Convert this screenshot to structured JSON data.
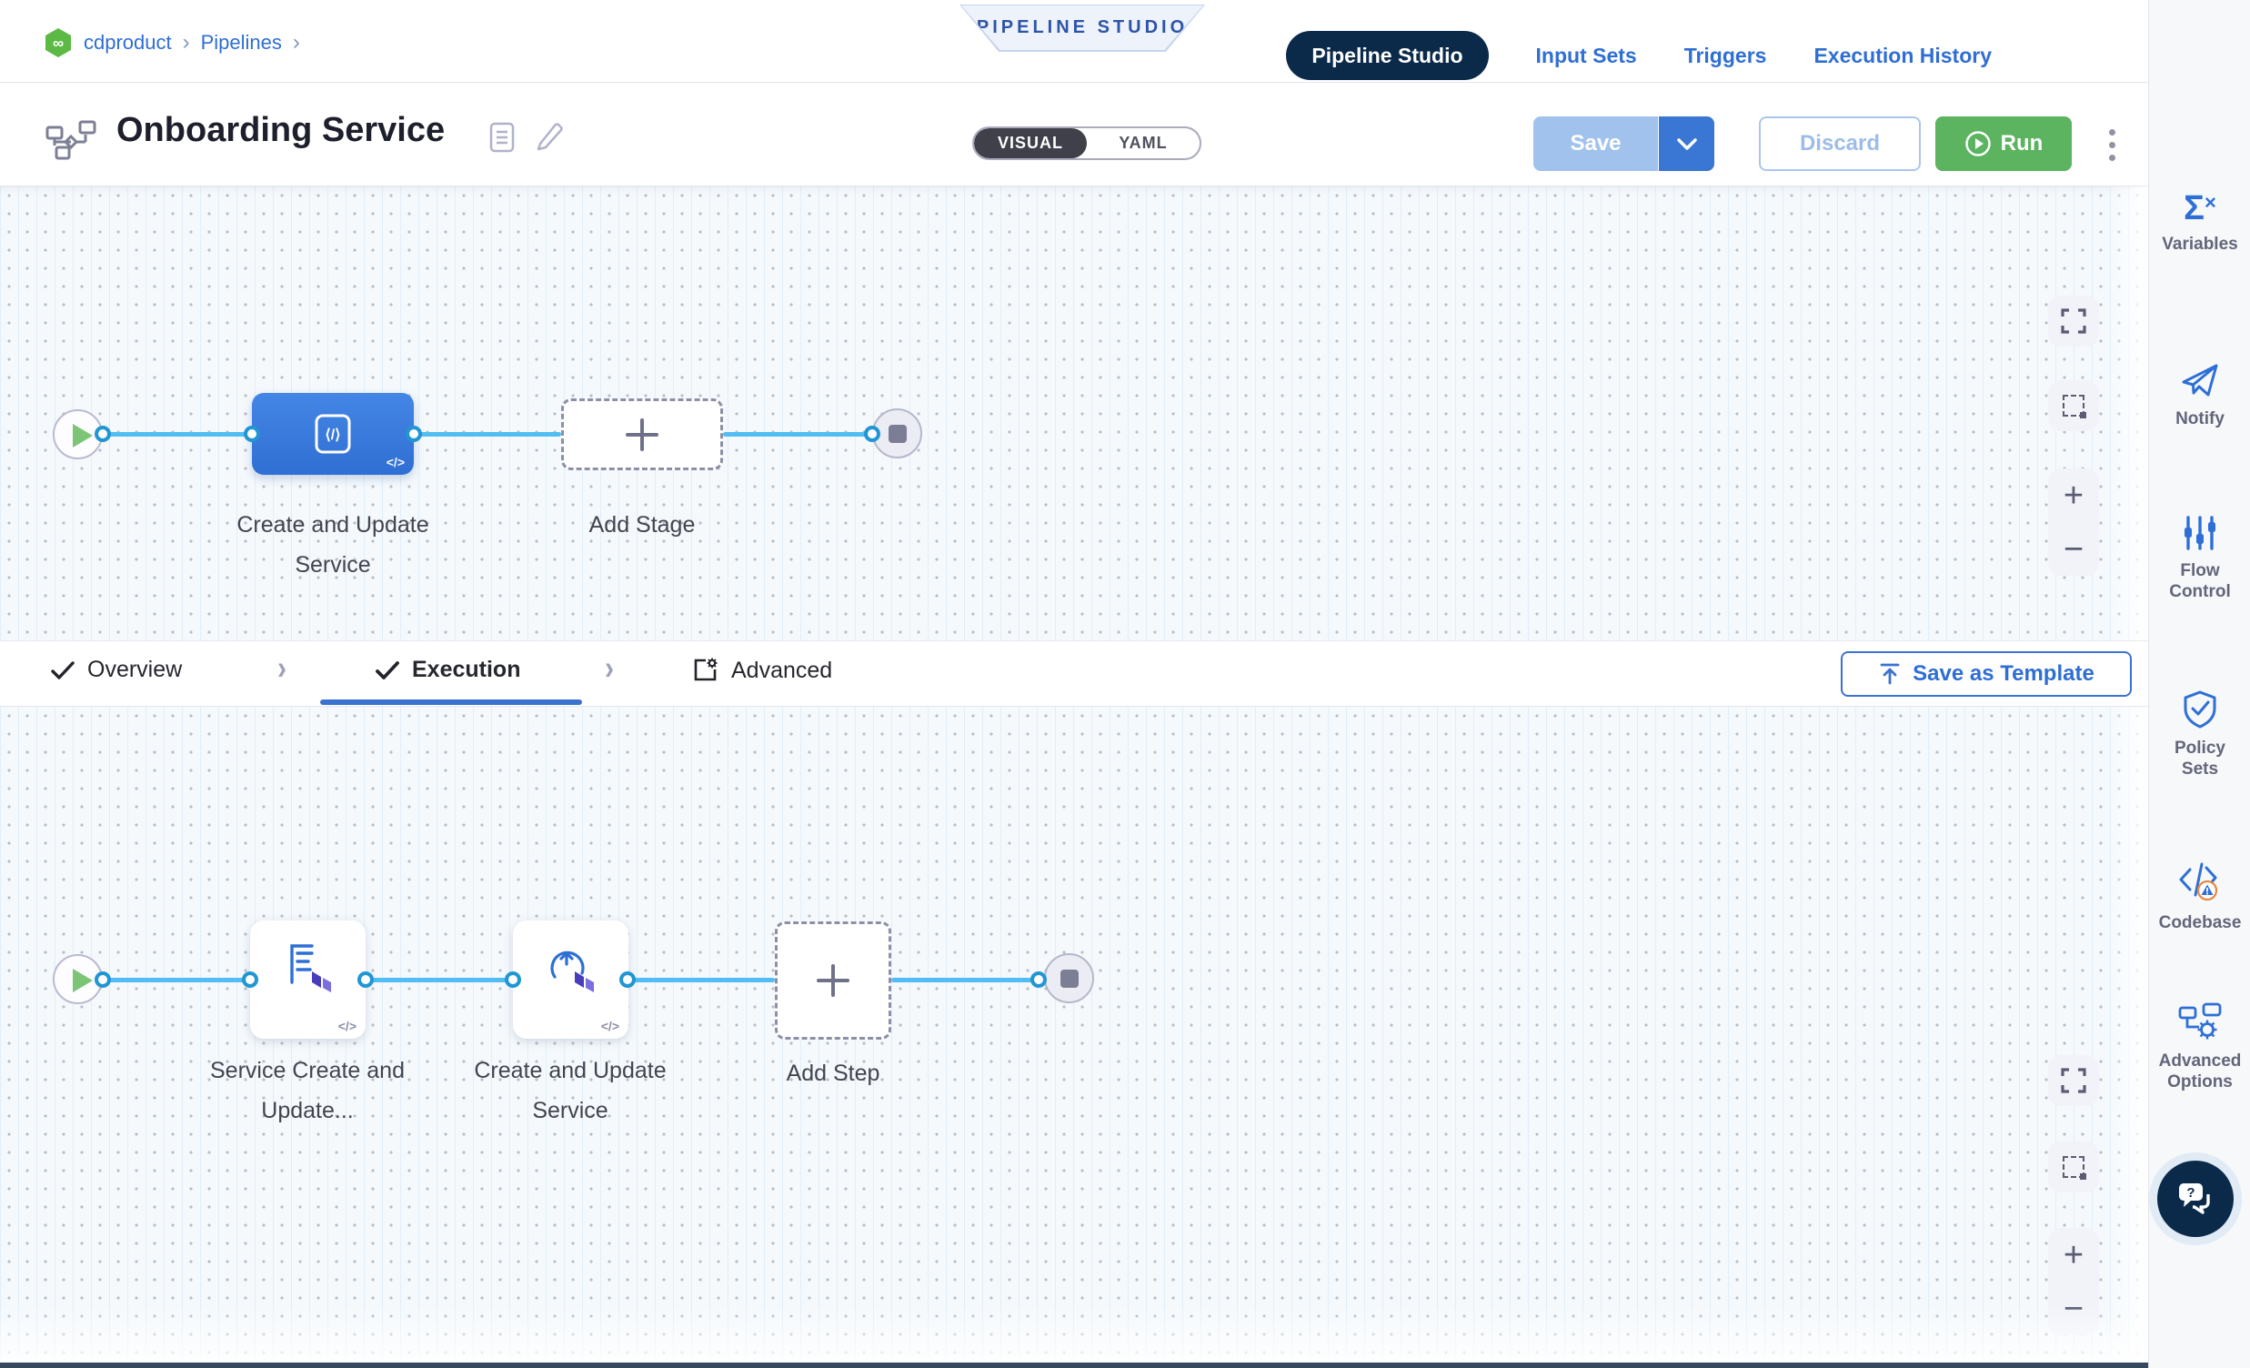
{
  "breadcrumb": {
    "separator": "›",
    "items": [
      "cdproduct",
      "Pipelines"
    ]
  },
  "studio_badge": "PIPELINE STUDIO",
  "nav_tabs": [
    {
      "label": "Pipeline Studio",
      "active": true
    },
    {
      "label": "Input Sets",
      "active": false
    },
    {
      "label": "Triggers",
      "active": false
    },
    {
      "label": "Execution History",
      "active": false
    }
  ],
  "header": {
    "title": "Onboarding Service",
    "view_toggle": {
      "visual": "VISUAL",
      "yaml": "YAML",
      "selected": "VISUAL"
    },
    "actions": {
      "save": "Save",
      "discard": "Discard",
      "run": "Run"
    }
  },
  "pipeline_canvas": {
    "stage": {
      "label": "Create and Update Service",
      "code_badge": "</>"
    },
    "add_stage": {
      "label": "Add Stage"
    },
    "zoom": {
      "in": "+",
      "out": "−"
    }
  },
  "config_tabs": {
    "overview": "Overview",
    "execution": "Execution",
    "advanced": "Advanced",
    "save_as_template": "Save as Template"
  },
  "execution_canvas": {
    "steps": [
      {
        "label": "Service Create and Update...",
        "code_badge": "</>"
      },
      {
        "label": "Create and Update Service",
        "code_badge": "</>"
      }
    ],
    "add_step": {
      "label": "Add Step"
    },
    "zoom": {
      "in": "+",
      "out": "−"
    }
  },
  "sidebar": {
    "items": [
      "Variables",
      "Notify",
      "Flow Control",
      "Policy Sets",
      "Codebase",
      "Advanced Options"
    ]
  },
  "colors": {
    "accent_blue": "#2f6ed3",
    "navy": "#0b2a4a",
    "run_green": "#5cb360",
    "connector_blue": "#52bdf2",
    "stage_blue": "#3b78dc",
    "warning_orange": "#e9863f"
  }
}
